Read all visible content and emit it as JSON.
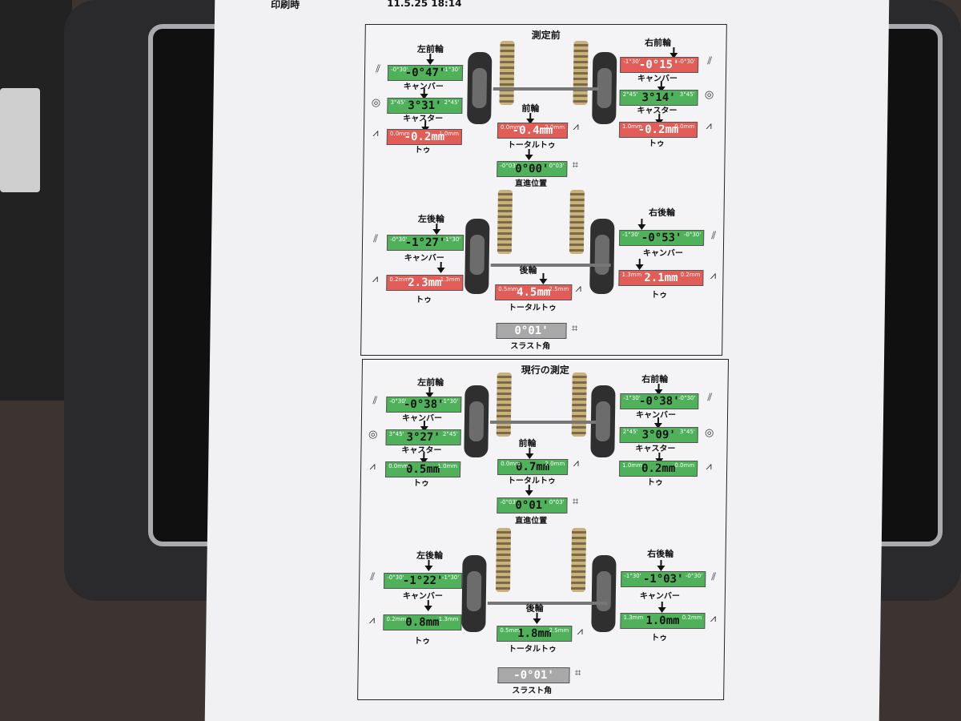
{
  "header": {
    "label": "印刷時",
    "datetime": "11.5.25 18:14"
  },
  "panels": [
    {
      "title": "測定前",
      "front_left": {
        "label": "左前輪",
        "camber": {
          "value": "-0°47'",
          "lo": "-0°30'",
          "hi": "-1°30'",
          "label": "キャンバー",
          "status": "green"
        },
        "caster": {
          "value": "3°31'",
          "lo": "3°45'",
          "hi": "2°45'",
          "label": "キャスター",
          "status": "green"
        },
        "toe": {
          "value": "-0.2mm",
          "lo": "0.0mm",
          "hi": "1.0mm",
          "label": "トゥ",
          "status": "red"
        }
      },
      "front_right": {
        "label": "右前輪",
        "camber": {
          "value": "-0°15'",
          "lo": "-1°30'",
          "hi": "-0°30'",
          "label": "キャンバー",
          "status": "red"
        },
        "caster": {
          "value": "3°14'",
          "lo": "2°45'",
          "hi": "3°45'",
          "label": "キャスター",
          "status": "green"
        },
        "toe": {
          "value": "-0.2mm",
          "lo": "1.0mm",
          "hi": "0.0mm",
          "label": "トゥ",
          "status": "red"
        }
      },
      "front_total": {
        "label": "前輪",
        "value": "-0.4mm",
        "lo": "0.0mm",
        "hi": "2.0mm",
        "caption": "トータルトゥ",
        "status": "red"
      },
      "steer": {
        "value": "0°00'",
        "lo": "-0°03'",
        "hi": "0°03'",
        "caption": "直進位置",
        "status": "green"
      },
      "rear_left": {
        "label": "左後輪",
        "camber": {
          "value": "-1°27'",
          "lo": "-0°30'",
          "hi": "-1°30'",
          "label": "キャンバー",
          "status": "green"
        },
        "toe": {
          "value": "2.3mm",
          "lo": "0.2mm",
          "hi": "1.3mm",
          "label": "トゥ",
          "status": "red"
        }
      },
      "rear_right": {
        "label": "右後輪",
        "camber": {
          "value": "-0°53'",
          "lo": "-1°30'",
          "hi": "-0°30'",
          "label": "キャンバー",
          "status": "green"
        },
        "toe": {
          "value": "2.1mm",
          "lo": "1.3mm",
          "hi": "0.2mm",
          "label": "トゥ",
          "status": "red"
        }
      },
      "rear_total": {
        "label": "後輪",
        "value": "4.5mm",
        "lo": "0.5mm",
        "hi": "2.5mm",
        "caption": "トータルトゥ",
        "status": "red"
      },
      "thrust": {
        "value": "0°01'",
        "caption": "スラスト角",
        "status": "gray"
      }
    },
    {
      "title": "現行の測定",
      "front_left": {
        "label": "左前輪",
        "camber": {
          "value": "-0°38'",
          "lo": "-0°30'",
          "hi": "-1°30'",
          "label": "キャンバー",
          "status": "green"
        },
        "caster": {
          "value": "3°27'",
          "lo": "3°45'",
          "hi": "2°45'",
          "label": "キャスター",
          "status": "green"
        },
        "toe": {
          "value": "0.5mm",
          "lo": "0.0mm",
          "hi": "1.0mm",
          "label": "トゥ",
          "status": "green"
        }
      },
      "front_right": {
        "label": "右前輪",
        "camber": {
          "value": "-0°38'",
          "lo": "-1°30'",
          "hi": "-0°30'",
          "label": "キャンバー",
          "status": "green"
        },
        "caster": {
          "value": "3°09'",
          "lo": "2°45'",
          "hi": "3°45'",
          "label": "キャスター",
          "status": "green"
        },
        "toe": {
          "value": "0.2mm",
          "lo": "1.0mm",
          "hi": "0.0mm",
          "label": "トゥ",
          "status": "green"
        }
      },
      "front_total": {
        "label": "前輪",
        "value": "0.7mm",
        "lo": "0.0mm",
        "hi": "2.0mm",
        "caption": "トータルトゥ",
        "status": "green"
      },
      "steer": {
        "value": "0°01'",
        "lo": "-0°03'",
        "hi": "0°03'",
        "caption": "直進位置",
        "status": "green"
      },
      "rear_left": {
        "label": "左後輪",
        "camber": {
          "value": "-1°22'",
          "lo": "-0°30'",
          "hi": "-1°30'",
          "label": "キャンバー",
          "status": "green"
        },
        "toe": {
          "value": "0.8mm",
          "lo": "0.2mm",
          "hi": "1.3mm",
          "label": "トゥ",
          "status": "green"
        }
      },
      "rear_right": {
        "label": "右後輪",
        "camber": {
          "value": "-1°03'",
          "lo": "-1°30'",
          "hi": "-0°30'",
          "label": "キャンバー",
          "status": "green"
        },
        "toe": {
          "value": "1.0mm",
          "lo": "1.3mm",
          "hi": "0.2mm",
          "label": "トゥ",
          "status": "green"
        }
      },
      "rear_total": {
        "label": "後輪",
        "value": "1.8mm",
        "lo": "0.5mm",
        "hi": "2.5mm",
        "caption": "トータルトゥ",
        "status": "green"
      },
      "thrust": {
        "value": "-0°01'",
        "caption": "スラスト角",
        "status": "gray"
      }
    }
  ]
}
